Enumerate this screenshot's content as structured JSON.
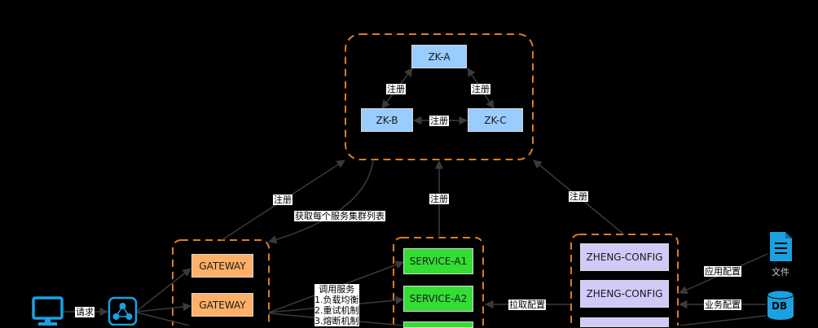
{
  "zookeeper": {
    "nodes": [
      "ZK-A",
      "ZK-B",
      "ZK-C"
    ],
    "edge_label": "注册"
  },
  "gateways": [
    "GATEWAY",
    "GATEWAY"
  ],
  "services": [
    "SERVICE-A1",
    "SERVICE-A2"
  ],
  "configs": [
    "ZHENG-CONFIG",
    "ZHENG-CONFIG"
  ],
  "labels": {
    "register": "注册",
    "fetch_service_list": "获取每个服务集群列表",
    "request": "请求",
    "pull_config": "拉取配置",
    "app_config": "应用配置",
    "business_config": "业务配置",
    "file": "文件",
    "db": "DB"
  },
  "call_note": "调用服务\n1.负载均衡\n2.重试机制\n3.熔断机制",
  "colors": {
    "background": "#000000",
    "cluster_border": "#e07b24",
    "zk": "#99ccff",
    "gateway": "#ffb066",
    "service": "#33dd33",
    "config": "#cfcaf8",
    "icon": "#1ba1e2",
    "arrow": "#3a3a3a"
  }
}
